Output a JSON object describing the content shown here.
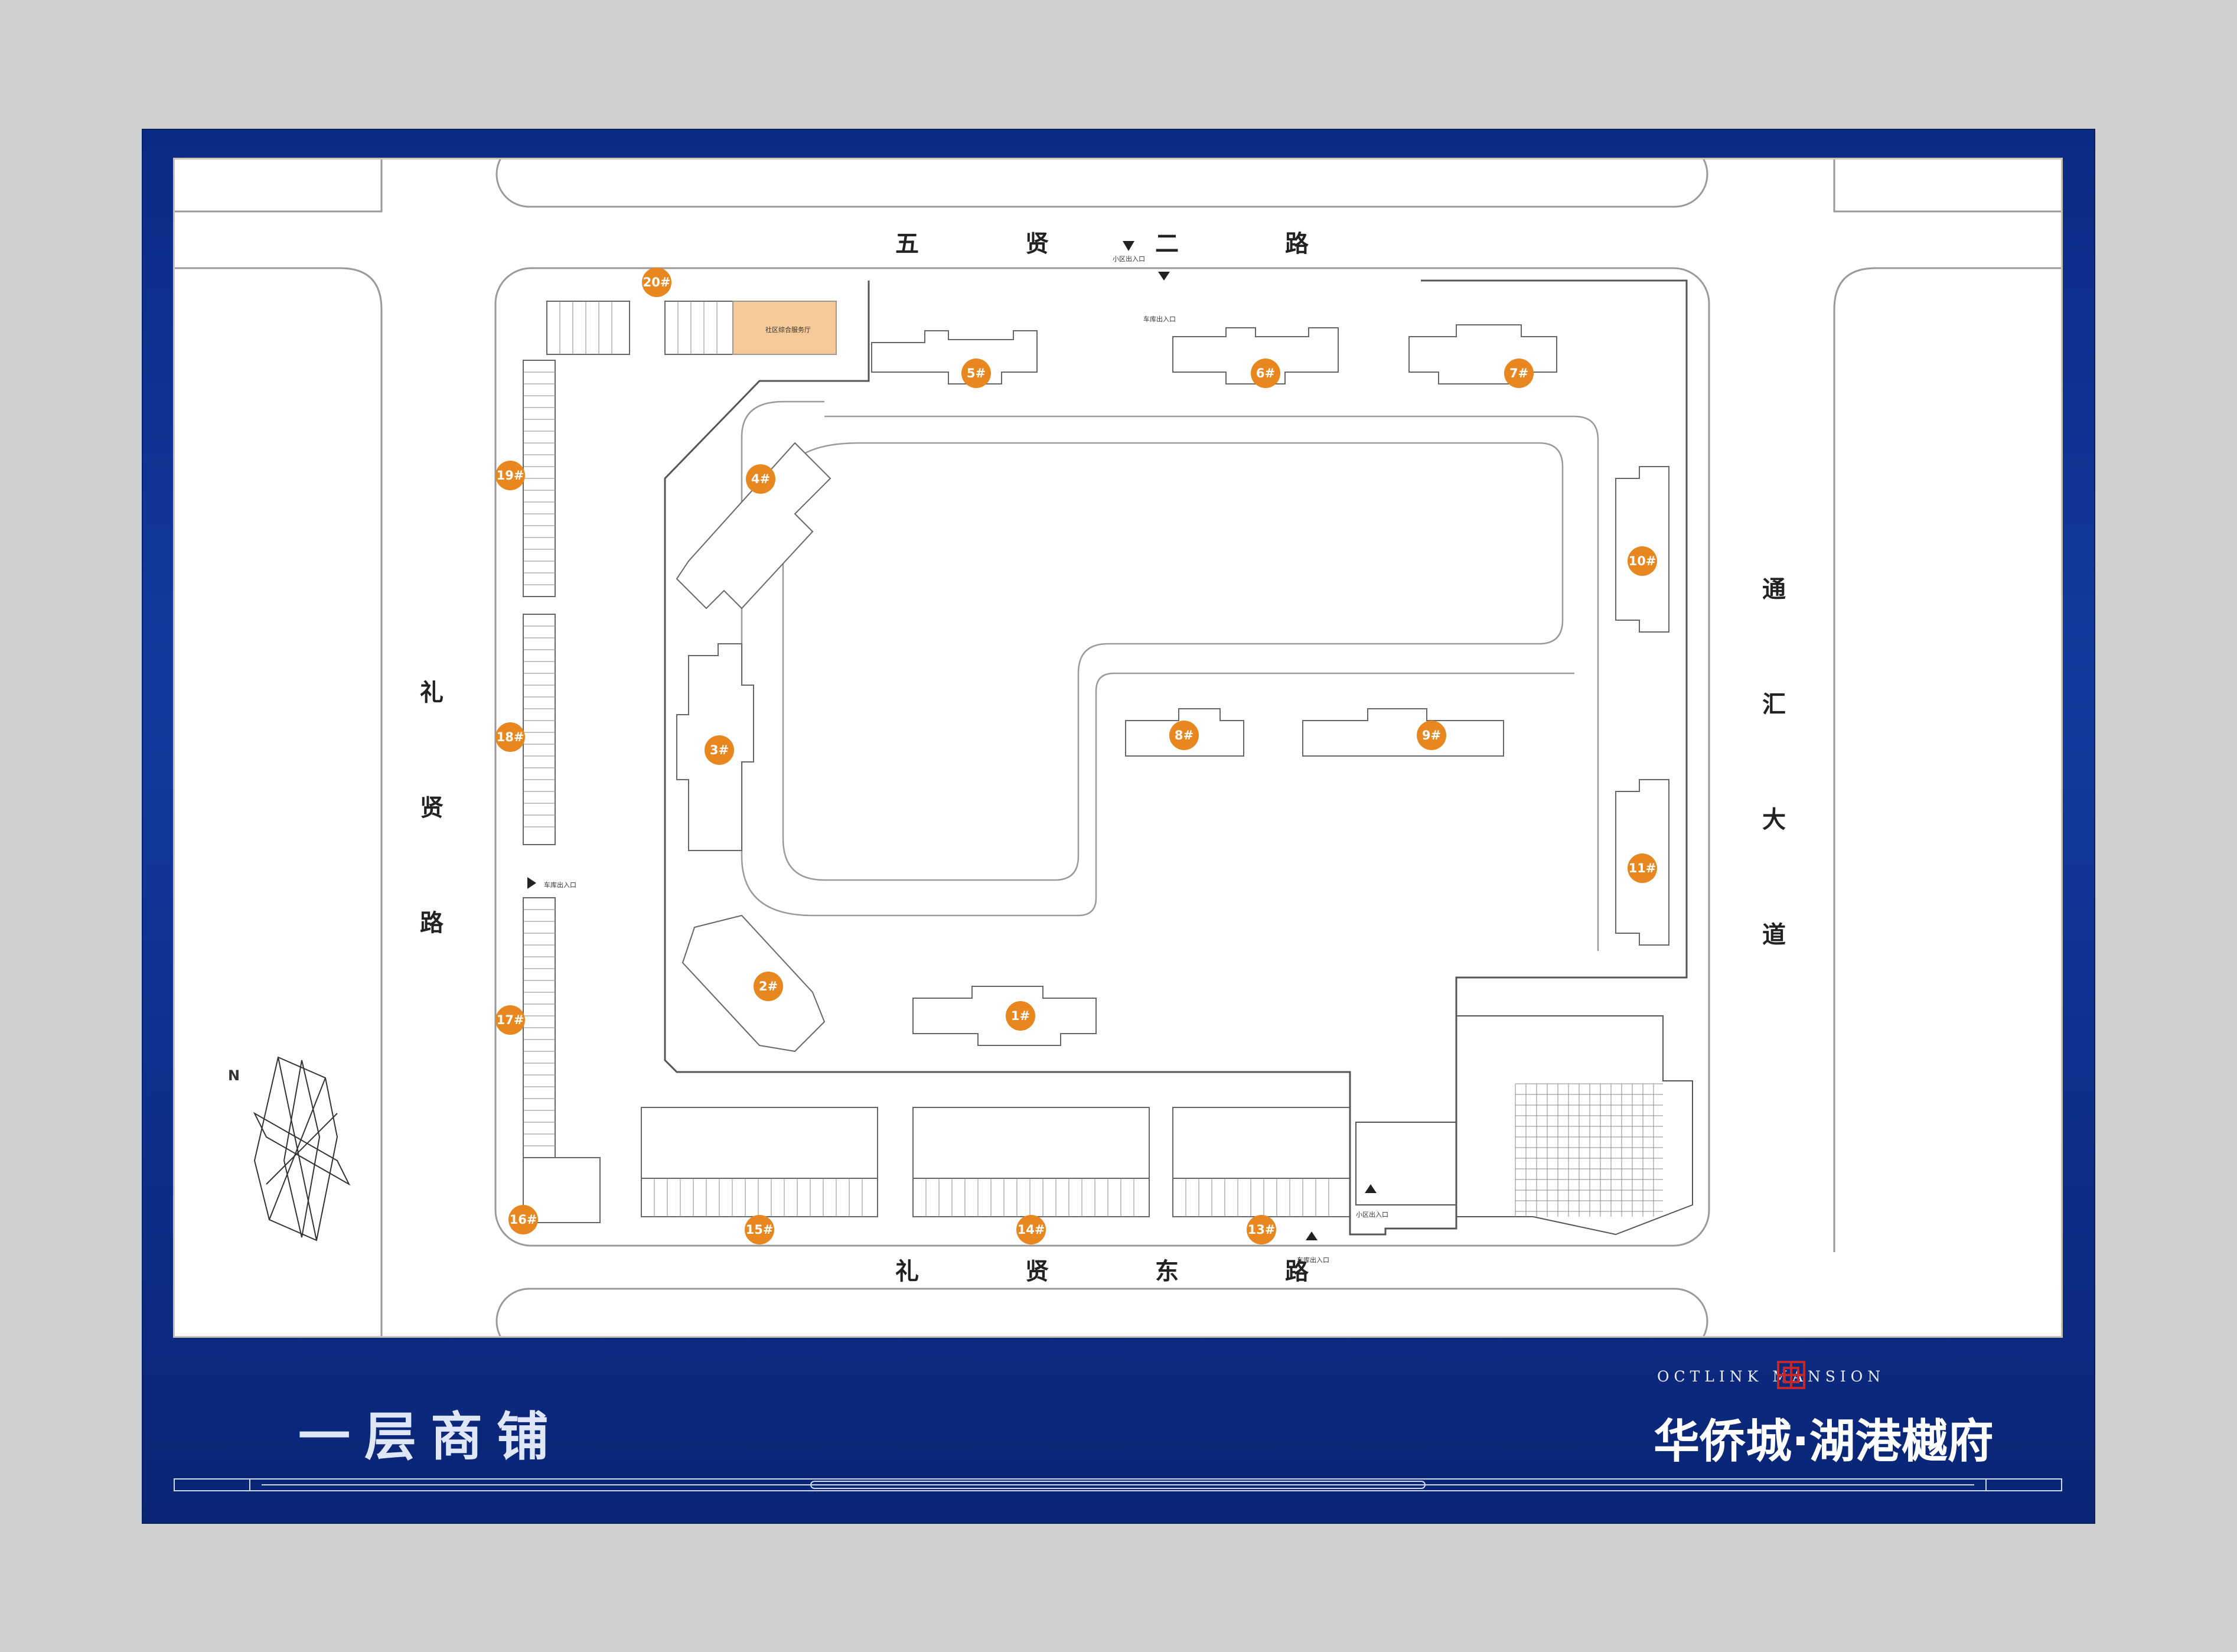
{
  "roads": {
    "north": [
      "五",
      "贤",
      "二",
      "路"
    ],
    "west": [
      "礼",
      "贤",
      "路"
    ],
    "east": [
      "通",
      "汇",
      "大",
      "道"
    ],
    "south": [
      "礼",
      "贤",
      "东",
      "路"
    ]
  },
  "buildings": [
    "1#",
    "2#",
    "3#",
    "4#",
    "5#",
    "6#",
    "7#",
    "8#",
    "9#",
    "10#",
    "11#",
    "13#",
    "14#",
    "15#",
    "16#",
    "17#",
    "18#",
    "19#",
    "20#"
  ],
  "labels": {
    "community_entrance": "小区出入口",
    "vehicle_entrance": "车库出入口",
    "service_hall": "社区综合服务厅"
  },
  "compass": {
    "north": "N"
  },
  "footer": {
    "title": "一层商铺",
    "brand_en": "OCTLINK MANSION",
    "brand_zh": "华侨城·湖港樾府"
  },
  "colors": {
    "board": "#0d2f8c",
    "marker": "#e8861f",
    "service_hall": "#f6c998"
  }
}
